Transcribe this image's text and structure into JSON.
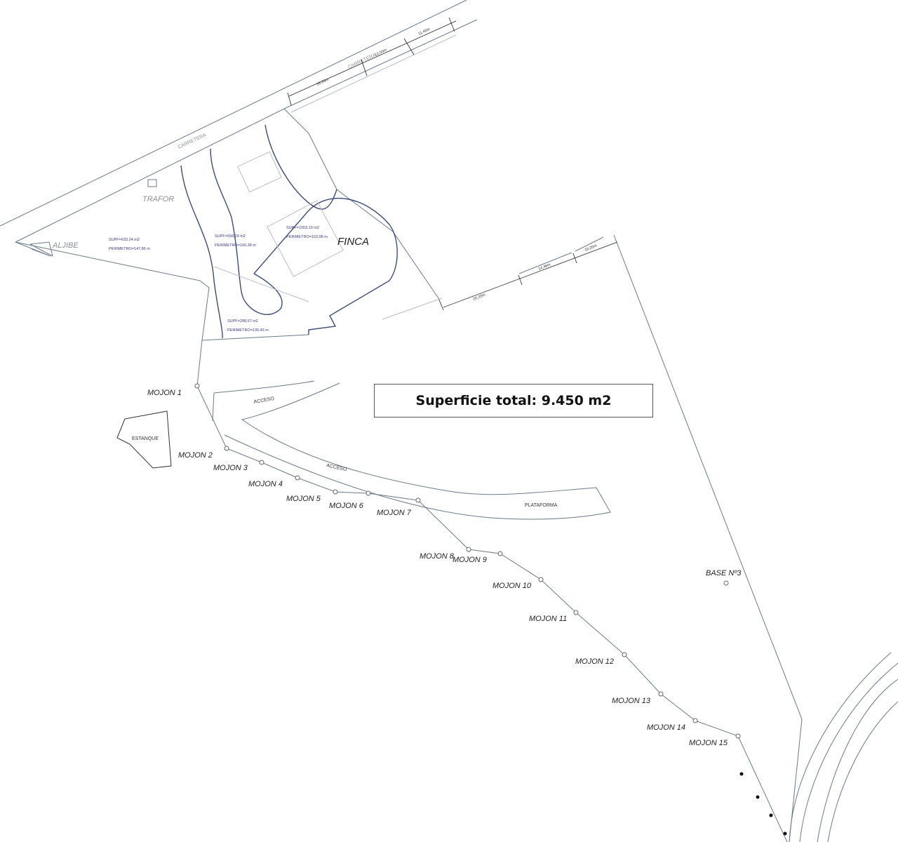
{
  "road": {
    "carretera_1": "CARRETERA",
    "carretera_2": "CARRETERA"
  },
  "dimensions": {
    "top": [
      "19,33m",
      "12,00m",
      "11,46m"
    ],
    "right": [
      "20,33m",
      "14,46m",
      "10,20m"
    ]
  },
  "places": {
    "trafor": "TRAFOR",
    "aljibe": "ALJIBE",
    "finca": "FINCA",
    "estanque": "ESTANQUE",
    "acceso_1": "ACCESO",
    "acceso_2": "ACCESO",
    "plataforma": "PLATAFORMA",
    "base": "BASE Nº3"
  },
  "parcels": [
    {
      "supf": "SUPF=633,24 m2",
      "perimetro": "PERIMETRO=147,86 m"
    },
    {
      "supf": "SUPF=558,29 m2",
      "perimetro": "PERIMETRO=100,38 m"
    },
    {
      "supf": "SUPF=1053,10 m2",
      "perimetro": "PERIMETRO=153,98 m"
    },
    {
      "supf": "SUPF=288,67 m2",
      "perimetro": "PERIMETRO=130,43 m"
    }
  ],
  "mojones": [
    "MOJON 1",
    "MOJON 2",
    "MOJON 3",
    "MOJON 4",
    "MOJON 5",
    "MOJON 6",
    "MOJON 7",
    "MOJON 8",
    "MOJON 9",
    "MOJON 10",
    "MOJON 11",
    "MOJON 12",
    "MOJON 13",
    "MOJON 14",
    "MOJON 15"
  ],
  "summary": {
    "total_area": "Superficie total: 9.450 m2"
  }
}
